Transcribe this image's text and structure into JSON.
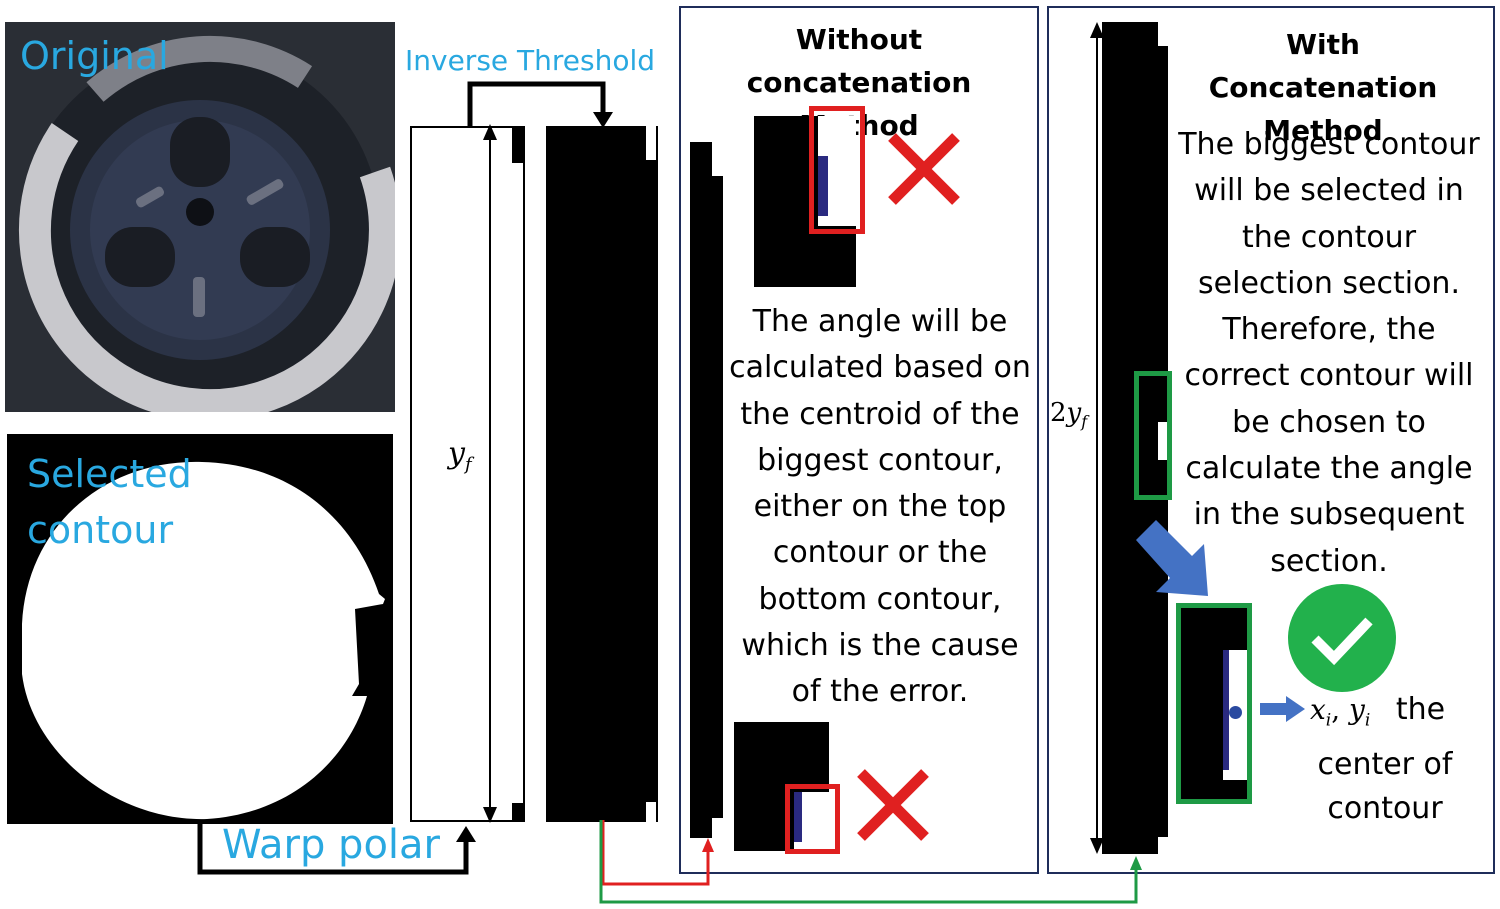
{
  "labels": {
    "original": "Original",
    "selected_contour": "Selected contour",
    "inverse_threshold": "Inverse Threshold",
    "warp_polar": "Warp polar",
    "y_f": "y",
    "y_f_sub": "f",
    "two_y_f_coef": "2",
    "two_y_f": "y",
    "two_y_f_sub": "f"
  },
  "without_panel": {
    "title_line1": "Without concatenation",
    "title_line2": "Method",
    "body": [
      "The angle will be",
      "calculated based on",
      "the centroid of the",
      "biggest contour,",
      "either on the top",
      "contour or the",
      "bottom contour,",
      "which is the cause",
      "of the error."
    ]
  },
  "with_panel": {
    "title_line1": "With Concatenation",
    "title_line2": "Method",
    "body": [
      "The biggest contour",
      "will be selected in",
      "the contour",
      "selection section.",
      "Therefore, the",
      "correct contour will",
      "be chosen to",
      "calculate the angle",
      "in the subsequent",
      "section."
    ],
    "center_math_x": "x",
    "center_math_x_sub": "i",
    "center_math_sep": ", ",
    "center_math_y": "y",
    "center_math_y_sub": "i",
    "center_line1": "the",
    "center_line2": "center of",
    "center_line3": "contour"
  },
  "colors": {
    "label_blue": "#29a8e0",
    "red_box": "#e02020",
    "green_box": "#1e9a45",
    "check_green": "#22b14c",
    "arrow_blue": "#4472c4",
    "panel_border": "#1f2d5a"
  },
  "icons": [
    "cross-icon",
    "check-icon",
    "arrow-icon"
  ]
}
